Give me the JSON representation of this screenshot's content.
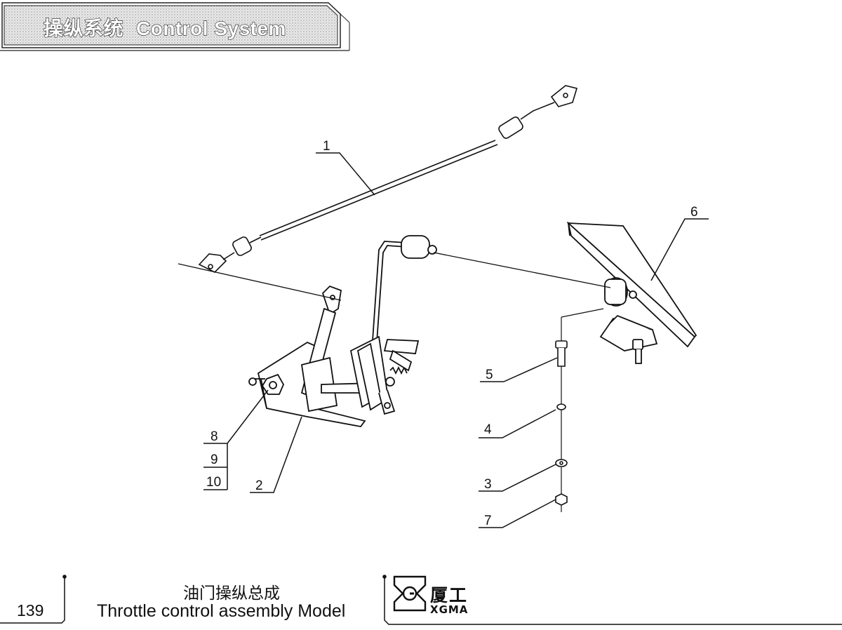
{
  "header": {
    "section_cn": "操纵系统",
    "section_en": "Control System"
  },
  "callouts": {
    "c1": "1",
    "c2": "2",
    "c3": "3",
    "c4": "4",
    "c5": "5",
    "c6": "6",
    "c7": "7",
    "c8": "8",
    "c9": "9",
    "c10": "10"
  },
  "footer": {
    "page_number": "139",
    "title_cn": "油门操纵总成",
    "title_en": "Throttle control assembly Model",
    "brand_cn": "厦工",
    "brand_en": "XGMA"
  }
}
